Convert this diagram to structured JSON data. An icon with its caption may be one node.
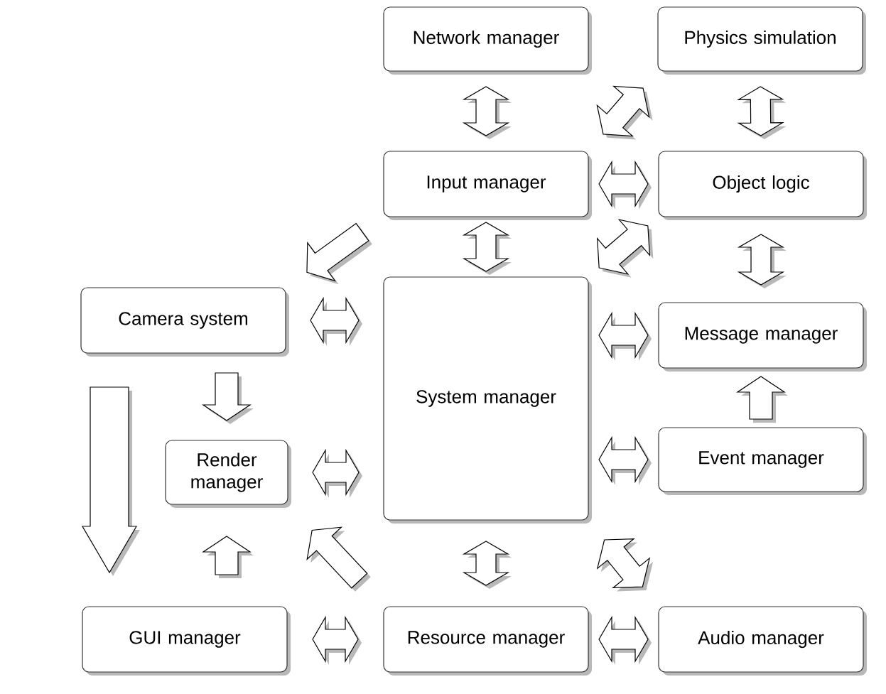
{
  "diagram": {
    "nodes": [
      {
        "text": [
          "Network manager"
        ]
      },
      {
        "text": [
          "Physics simulation"
        ]
      },
      {
        "text": [
          "Input manager"
        ]
      },
      {
        "text": [
          "Object logic"
        ]
      },
      {
        "text": [
          "Camera system"
        ]
      },
      {
        "text": [
          "System manager"
        ]
      },
      {
        "text": [
          "Message manager"
        ]
      },
      {
        "text": [
          "Render manager"
        ]
      },
      {
        "text": [
          "Event manager"
        ]
      },
      {
        "text": [
          "GUI manager"
        ]
      },
      {
        "text": [
          "Resource manager"
        ]
      },
      {
        "text": [
          "Audio manager"
        ]
      }
    ],
    "edges": [
      {
        "from": 0,
        "to": 2,
        "arrow": "both"
      },
      {
        "from": 2,
        "to": 1,
        "arrow": "both"
      },
      {
        "from": 1,
        "to": 3,
        "arrow": "both"
      },
      {
        "from": 2,
        "to": 3,
        "arrow": "both"
      },
      {
        "from": 2,
        "to": 5,
        "arrow": "both"
      },
      {
        "from": 2,
        "to": 4,
        "arrow": "to"
      },
      {
        "from": 5,
        "to": 3,
        "arrow": "both"
      },
      {
        "from": 3,
        "to": 6,
        "arrow": "both"
      },
      {
        "from": 4,
        "to": 5,
        "arrow": "both"
      },
      {
        "from": 5,
        "to": 6,
        "arrow": "both"
      },
      {
        "from": 4,
        "to": 7,
        "arrow": "to"
      },
      {
        "from": 4,
        "to": 9,
        "arrow": "to"
      },
      {
        "from": 7,
        "to": 5,
        "arrow": "both"
      },
      {
        "from": 9,
        "to": 7,
        "arrow": "to"
      },
      {
        "from": 10,
        "to": 7,
        "arrow": "to"
      },
      {
        "from": 8,
        "to": 5,
        "arrow": "both"
      },
      {
        "from": 8,
        "to": 6,
        "arrow": "to"
      },
      {
        "from": 5,
        "to": 10,
        "arrow": "both"
      },
      {
        "from": 5,
        "to": 11,
        "arrow": "both"
      },
      {
        "from": 9,
        "to": 10,
        "arrow": "both"
      },
      {
        "from": 10,
        "to": 11,
        "arrow": "both"
      }
    ]
  }
}
